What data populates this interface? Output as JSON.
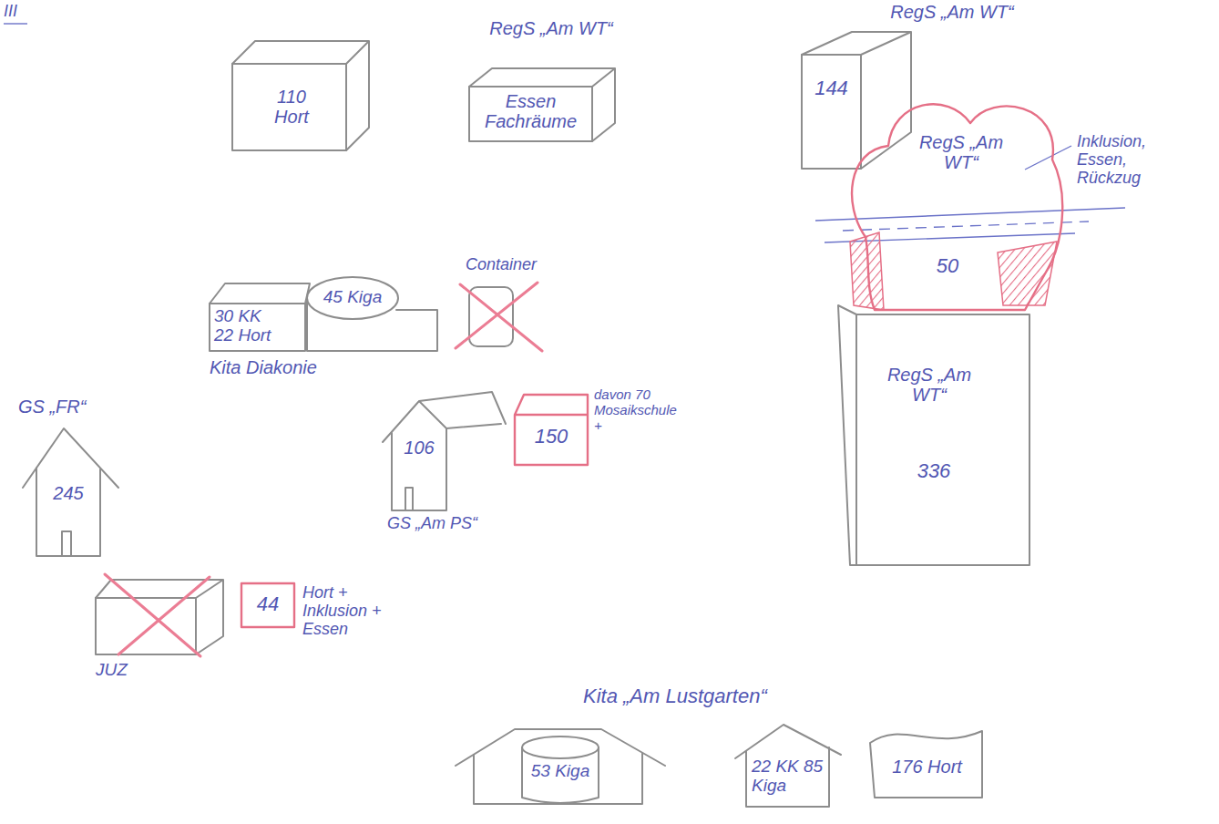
{
  "diagram": {
    "nodes": [
      {
        "text": [
          "110 Hort"
        ]
      },
      {
        "text": [
          "RegS „Am WT“",
          "Essen Fachräume"
        ]
      },
      {
        "text": [
          "RegS „Am WT“",
          "144"
        ]
      },
      {
        "text": [
          "RegS „Am WT“",
          "50"
        ]
      },
      {
        "text": [
          "RegS „Am WT“",
          "336"
        ]
      },
      {
        "text": [
          "30 KK 22 Hort"
        ]
      },
      {
        "text": [
          "45 Kiga"
        ]
      },
      {
        "text": [
          "Container"
        ]
      },
      {
        "text": [
          "GS „FR“",
          "245"
        ]
      },
      {
        "text": [
          "106"
        ]
      },
      {
        "text": [
          "150"
        ]
      },
      {
        "text": [
          "JUZ"
        ]
      },
      {
        "text": [
          "44"
        ]
      },
      {
        "text": [
          "53 Kiga"
        ]
      },
      {
        "text": [
          "22 KK 85 Kiga"
        ]
      },
      {
        "text": [
          "176 Hort"
        ]
      }
    ],
    "labels": [
      "III",
      "Inklusion, Essen, Rückzug",
      "Kita Diakonie",
      "davon 70 Mosaikschule +",
      "GS „Am PS“",
      "Hort + Inklusion + Essen",
      "Kita „Am Lustgarten“"
    ]
  }
}
